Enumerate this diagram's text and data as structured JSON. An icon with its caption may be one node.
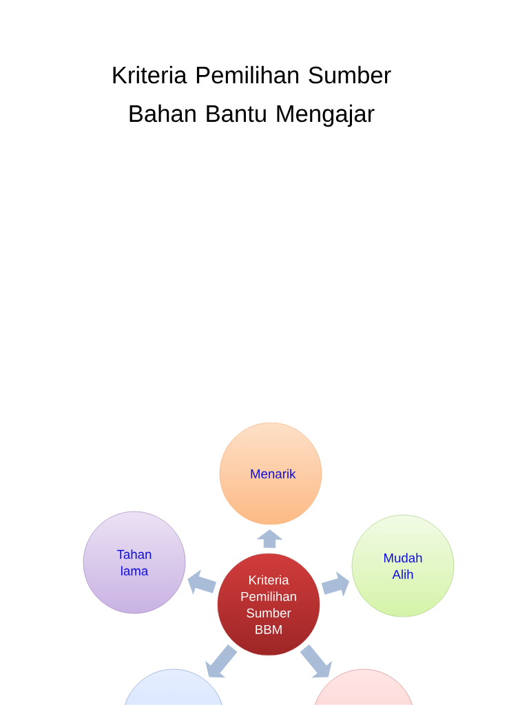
{
  "diagram": {
    "title": "Kriteria Pemilihan Sumber Bahan Bantu Mengajar",
    "nodes": [
      {
        "text": [
          "Kriteria Pemilihan Sumber BBM"
        ]
      },
      {
        "text": [
          "Menarik"
        ]
      },
      {
        "text": [
          "Tahan lama"
        ]
      },
      {
        "text": [
          "Mudah Alih"
        ]
      },
      {
        "text": [],
        "shape": "circle"
      },
      {
        "text": [],
        "shape": "circle"
      }
    ],
    "edges": [
      {
        "from": 0,
        "to": 1,
        "arrow": "to"
      },
      {
        "from": 0,
        "to": 2,
        "arrow": "to"
      },
      {
        "from": 0,
        "to": 3,
        "arrow": "to"
      },
      {
        "from": 0,
        "to": 4,
        "arrow": "to"
      },
      {
        "from": 0,
        "to": 5,
        "arrow": "to"
      }
    ]
  }
}
